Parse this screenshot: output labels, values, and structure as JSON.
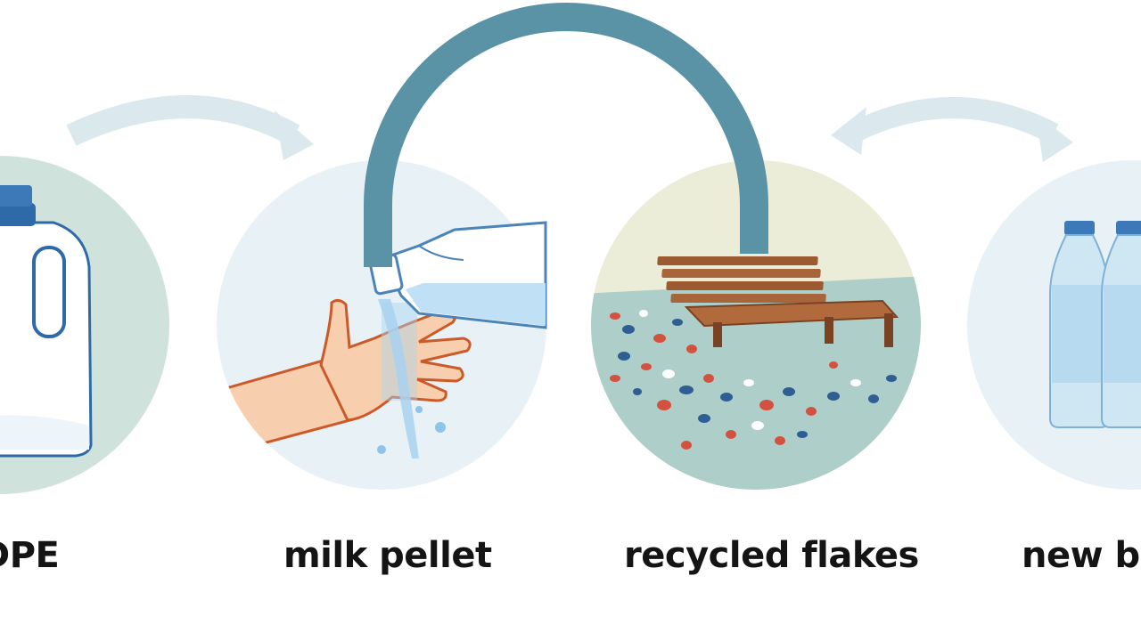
{
  "diagram": {
    "steps": [
      {
        "label": "DPE",
        "icon": "milk-jug-icon"
      },
      {
        "label": "milk pellet",
        "icon": "pouring-hand-icon"
      },
      {
        "label": "recycled flakes",
        "icon": "bench-flakes-icon"
      },
      {
        "label": "new bo",
        "icon": "new-bottles-icon"
      }
    ],
    "arrows": [
      "arrow-step1-to-step2",
      "arch-arrow-step2-to-step3",
      "double-arrow-step3-to-step4"
    ],
    "colors": {
      "arch": "#5b93a6",
      "light_arrow": "#dbe9ef",
      "circle_green": "#cfe3dc",
      "circle_light": "#e8f2f6",
      "flake_red": "#d3523f",
      "flake_blue": "#2f5e93",
      "bench": "#9c5a31"
    }
  }
}
